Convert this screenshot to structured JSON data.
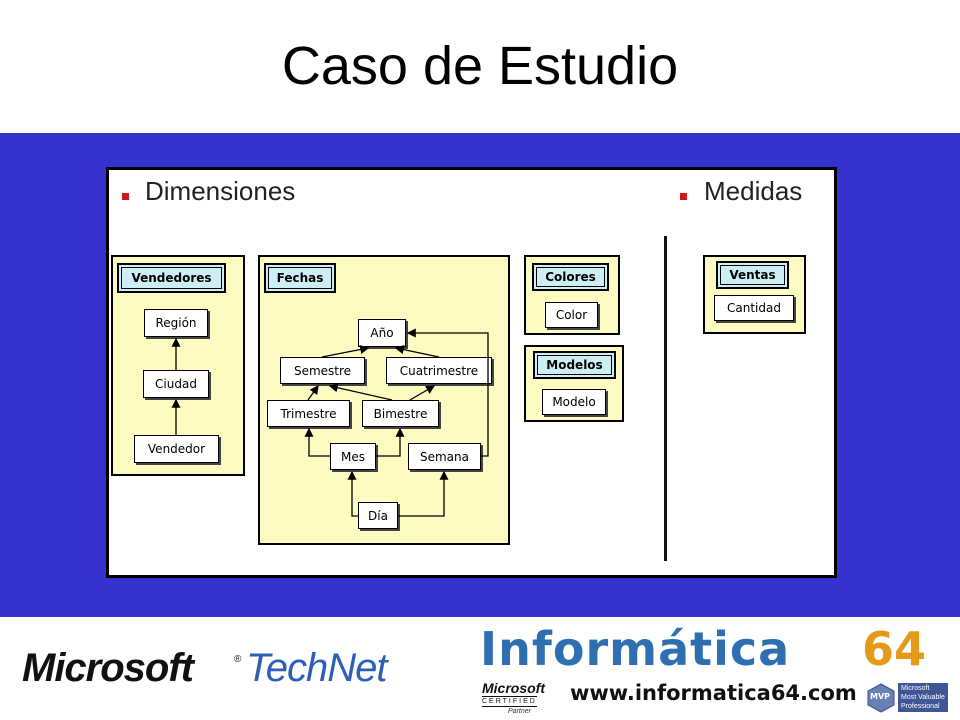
{
  "slide": {
    "title": "Caso de Estudio"
  },
  "colors": {
    "band": "#3431cc",
    "group_fill": "#fdfbc2",
    "title_fill": "#cdeef5",
    "bullet": "#d0151b"
  },
  "diagram": {
    "dimensiones_heading": "Dimensiones",
    "medidas_heading": "Medidas",
    "vendedores": {
      "title": "Vendedores",
      "region": "Región",
      "ciudad": "Ciudad",
      "vendedor": "Vendedor"
    },
    "fechas": {
      "title": "Fechas",
      "ano": "Año",
      "semestre": "Semestre",
      "cuatrimestre": "Cuatrimestre",
      "trimestre": "Trimestre",
      "bimestre": "Bimestre",
      "mes": "Mes",
      "semana": "Semana",
      "dia": "Día"
    },
    "colores": {
      "title": "Colores",
      "color": "Color"
    },
    "modelos": {
      "title": "Modelos",
      "modelo": "Modelo"
    },
    "ventas": {
      "title": "Ventas",
      "cantidad": "Cantidad"
    }
  },
  "footer": {
    "microsoft": "Microsoft",
    "reg_mark": "®",
    "technet": "TechNet",
    "informatica": "Informática",
    "informatica_num": "64",
    "url": "www.informatica64.com",
    "ms_certified_word": "Microsoft",
    "ms_certified": "CERTIFIED",
    "ms_partner": "Partner",
    "mvp_badge": "MVP",
    "mvp_line1": "Microsoft",
    "mvp_line2": "Most Valuable",
    "mvp_line3": "Professional"
  }
}
